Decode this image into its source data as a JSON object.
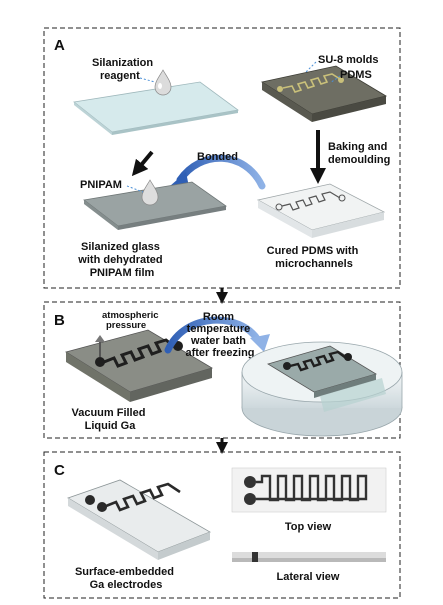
{
  "panels": {
    "a": {
      "letter": "A",
      "silanization_reagent": [
        "Silanization",
        "reagent"
      ],
      "su8_molds": "SU-8 molds",
      "pdms": "PDMS",
      "bonded": "Bonded",
      "baking": [
        "Baking and",
        "demoulding"
      ],
      "pnipam": "PNIPAM",
      "silanized_glass": [
        "Silanized glass",
        "with dehydrated",
        "PNIPAM film"
      ],
      "cured_pdms": [
        "Cured PDMS with",
        "microchannels"
      ]
    },
    "b": {
      "letter": "B",
      "atmospheric": [
        "atmospheric",
        "pressure"
      ],
      "room_temp": [
        "Room",
        "temperature",
        "water bath",
        "after freezing"
      ],
      "vacuum": [
        "Vacuum Filled",
        "Liquid Ga"
      ]
    },
    "c": {
      "letter": "C",
      "top_view": "Top view",
      "lateral_view": "Lateral view",
      "surface_embedded": [
        "Surface-embedded",
        "Ga electrodes"
      ]
    }
  },
  "colors": {
    "arrow_blue": "#3f6fc4",
    "label_leader": "#4a8fd6",
    "glass": "#cfe3e6",
    "pdms_dark": "#5d5d55",
    "channel": "#222222"
  }
}
